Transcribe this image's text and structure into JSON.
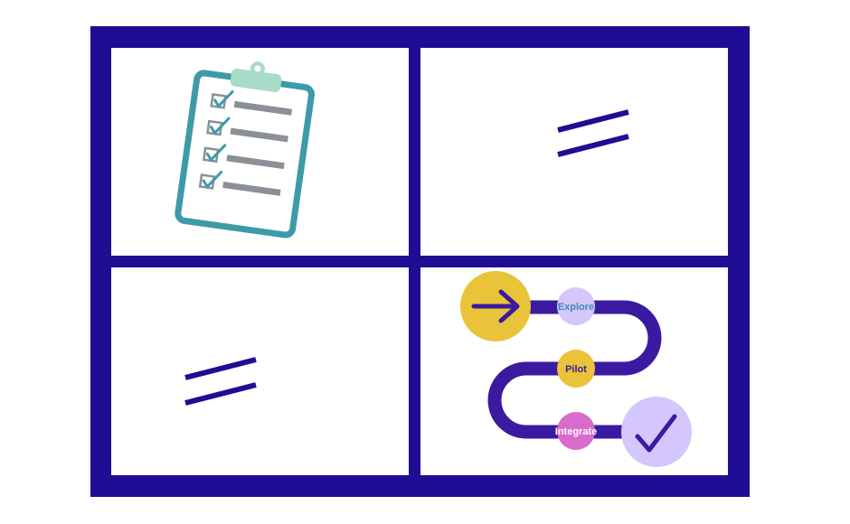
{
  "colors": {
    "frame": "#1f0d94",
    "panel": "#ffffff",
    "clipboard_frame": "#3f9aa8",
    "clip": "#a8dbc8",
    "checkbox": "#8a9096",
    "checkmark": "#3f9aa8",
    "line": "#8a9096",
    "equals": "#1f0d94",
    "path": "#3a1aa0",
    "start_circle": "#e9c33a",
    "explore_dot": "#d3c7fb",
    "pilot_dot": "#e9c33a",
    "integrate_dot": "#d86bcb",
    "end_circle": "#d3c7fb"
  },
  "icons": {
    "clipboard": "clipboard-checklist-icon",
    "equals": "equals-sign-icon",
    "start": "arrow-right-icon",
    "finish": "checkmark-icon"
  },
  "roadmap": {
    "steps": [
      {
        "label": "Explore",
        "color": "#4a86b8"
      },
      {
        "label": "Pilot",
        "color": "#3a1aa0"
      },
      {
        "label": "Integrate",
        "color": "#ffffff"
      }
    ]
  }
}
